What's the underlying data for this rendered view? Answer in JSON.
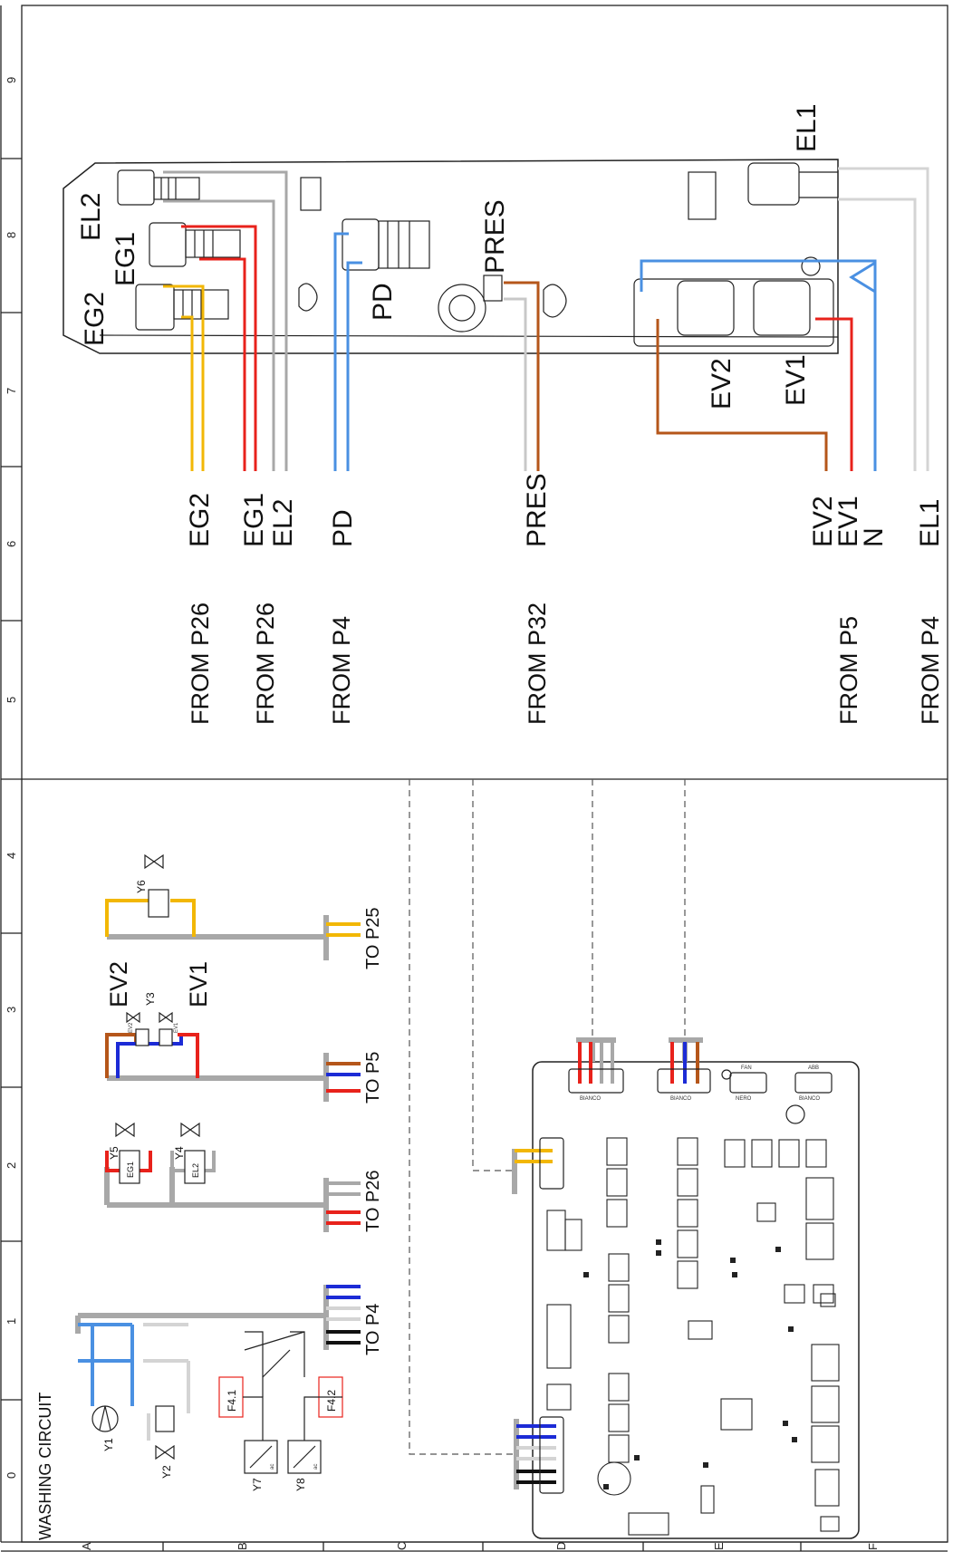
{
  "colors": {
    "yellow": "#f2b705",
    "red": "#e8221b",
    "gray": "#a8a8a8",
    "light_gray": "#d4d4d4",
    "blue": "#4a90e2",
    "dark_blue": "#1c2bd6",
    "brown": "#b5561a",
    "black": "#111111"
  },
  "grid": {
    "numbers": [
      "0",
      "1",
      "2",
      "3",
      "4",
      "5",
      "6",
      "7",
      "8",
      "9"
    ],
    "letters": [
      "A",
      "B",
      "C",
      "D",
      "E",
      "F"
    ]
  },
  "circuit": {
    "title": "WASHING CIRCUIT",
    "y1": "Y1",
    "y2": "Y2",
    "y3": "Y3",
    "y4": "Y4",
    "y5": "Y5",
    "y6": "Y6",
    "y7": "Y7",
    "y8": "Y8",
    "ev1": "EV1",
    "ev2": "EV2",
    "ev1_small": "EV1",
    "ev2_small": "EV2",
    "el2_box": "EL2",
    "eg1_box": "EG1",
    "f41": "F4.1",
    "f42": "F4.2",
    "ac": "ac"
  },
  "connectors": {
    "to_p25": "TO P25",
    "to_p5": "TO P5",
    "to_p26": "TO P26",
    "to_p4": "TO P4"
  },
  "harness": {
    "eg2": "EG2",
    "eg1": "EG1",
    "el2": "EL2",
    "pd": "PD",
    "pres": "PRES",
    "ev2": "EV2",
    "ev1": "EV1",
    "n": "N",
    "el1": "EL1",
    "from_p26_a": "FROM P26",
    "from_p26_b": "FROM P26",
    "from_p4_a": "FROM P4",
    "from_p32": "FROM P32",
    "from_p5": "FROM P5",
    "from_p4_b": "FROM P4"
  },
  "assembly": {
    "el1": "EL1",
    "el2": "EL2",
    "eg1": "EG1",
    "eg2": "EG2",
    "pd": "PD",
    "pres": "PRES",
    "ev1": "EV1",
    "ev2": "EV2"
  },
  "board": {
    "p_labels": [
      "BIANCO",
      "BIANCO",
      "NERO",
      "BIANCO",
      "FAN",
      "ABB"
    ]
  }
}
